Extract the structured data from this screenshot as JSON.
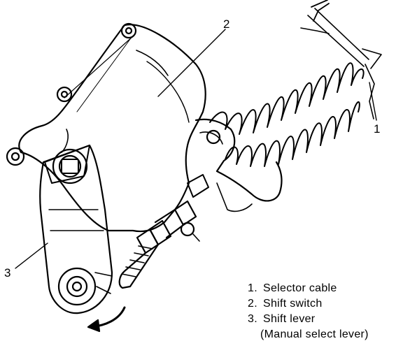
{
  "callouts": {
    "c1": "1",
    "c2": "2",
    "c3": "3"
  },
  "legend": {
    "items": [
      {
        "num": "1.",
        "label": "Selector cable"
      },
      {
        "num": "2.",
        "label": "Shift switch"
      },
      {
        "num": "3.",
        "label": "Shift lever"
      }
    ],
    "sub": "(Manual select lever)"
  },
  "colors": {
    "ink": "#000000",
    "paper": "#ffffff"
  }
}
